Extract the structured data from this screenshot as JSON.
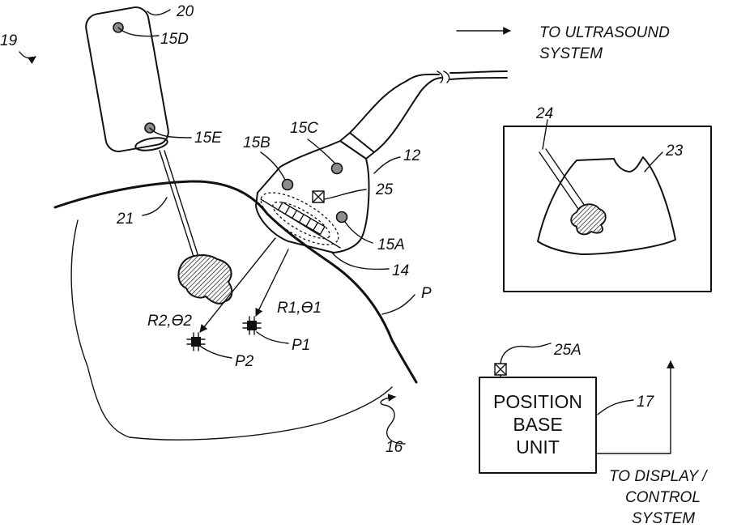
{
  "figure": {
    "system_ref": "19",
    "needle_handle_ref": "20",
    "needle_ref": "21",
    "probe_ref": "12",
    "transducer_ref": "14",
    "patient_ref": "P",
    "tissue_ref": "16",
    "sensor_a": "15A",
    "sensor_b": "15B",
    "sensor_c": "15C",
    "sensor_d": "15D",
    "sensor_e": "15E",
    "probe_sensor_ref": "25",
    "base_sensor_ref": "25A",
    "base_unit_ref": "17",
    "display_ref": "23",
    "display_needle_ref": "24",
    "point1_label": "P1",
    "point2_label": "P2",
    "vector1_label": "R1,ϴ1",
    "vector2_label": "R2,ϴ2",
    "ultrasound_line1": "TO ULTRASOUND",
    "ultrasound_line2": "SYSTEM",
    "display_line1": "TO DISPLAY /",
    "display_line2": "CONTROL",
    "display_line3": "SYSTEM",
    "base_unit_line1": "POSITION",
    "base_unit_line2": "BASE",
    "base_unit_line3": "UNIT"
  },
  "colors": {
    "ink": "#111111",
    "sensor_fill": "#8c8c8c",
    "background": "#ffffff"
  }
}
